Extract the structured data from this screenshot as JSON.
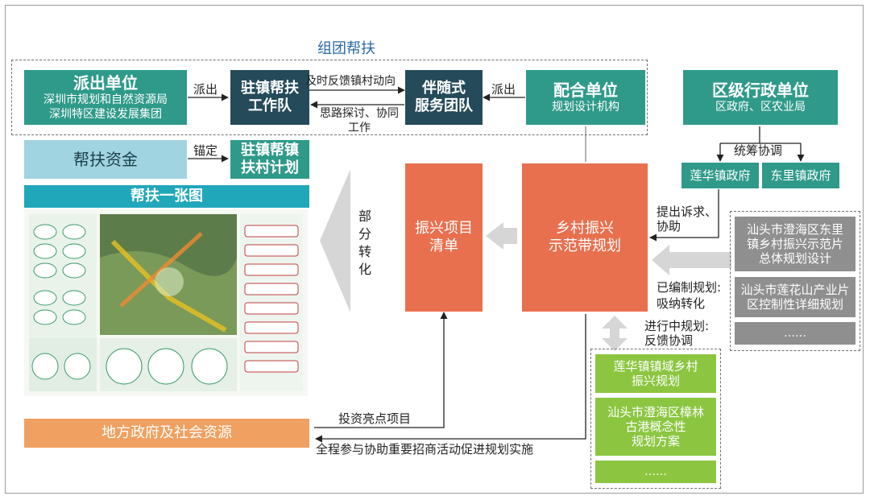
{
  "group_title": "组团帮扶",
  "dispatch_unit": {
    "title": "派出单位",
    "line1": "深圳市规划和自然资源局",
    "line2": "深圳特区建设发展集团"
  },
  "dispatch_label": "派出",
  "work_team": {
    "line1": "驻镇帮扶",
    "line2": "工作队"
  },
  "feedback_label": "及时反馈镇村动向",
  "thinking_label": {
    "line1": "思路探讨、协同",
    "line2": "工作"
  },
  "service_team": {
    "line1": "伴随式",
    "line2": "服务团队"
  },
  "dispatch_label2": "派出",
  "coop_unit": {
    "title": "配合单位",
    "sub": "规划设计机构"
  },
  "district_unit": {
    "title": "区级行政单位",
    "sub": "区政府、区农业局"
  },
  "coordinate_label": "统筹协调",
  "lianhua_gov": "莲华镇政府",
  "dongli_gov": "东里镇政府",
  "fund": "帮扶资金",
  "anchor_label": "锚定",
  "village_plan": {
    "line1": "驻镇帮镇",
    "line2": "扶村计划"
  },
  "map_title": "帮扶一张图",
  "partial_label": [
    "部",
    "分",
    "转",
    "化"
  ],
  "project_list": {
    "line1": "振兴项目",
    "line2": "清单"
  },
  "demo_plan": {
    "line1": "乡村振兴",
    "line2": "示范带规划"
  },
  "request_label": {
    "line1": "提出诉求、",
    "line2": "协助"
  },
  "compiled_label": {
    "line1": "已编制规划:",
    "line2": "吸纳转化"
  },
  "ongoing_label": {
    "line1": "进行中规划:",
    "line2": "反馈协调"
  },
  "grey_plans": [
    {
      "line1": "汕头市澄海区东里",
      "line2": "镇乡村振兴示范片",
      "line3": "总体规划设计"
    },
    {
      "line1": "汕头市莲花山产业片",
      "line2": "区控制性详细规划"
    },
    {
      "line1": "……"
    }
  ],
  "green_plans": [
    {
      "line1": "莲华镇镇域乡村",
      "line2": "振兴规划"
    },
    {
      "line1": "汕头市澄海区樟林",
      "line2": "古港概念性",
      "line3": "规划方案"
    },
    {
      "line1": "……"
    }
  ],
  "invest_label": "投资亮点项目",
  "local_gov": "地方政府及社会资源",
  "participate_label": "全程参与协助重要招商活动促进规划实施",
  "colors": {
    "teal": "#2f9a8a",
    "navy": "#254a5a",
    "orange": "#e8704f",
    "green": "#8cc641",
    "grey": "#8f8f8f"
  }
}
